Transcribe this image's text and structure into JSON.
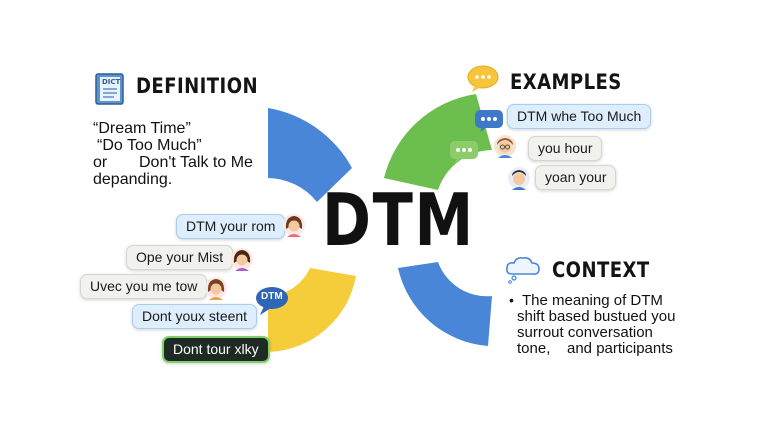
{
  "center": {
    "title": "DTM"
  },
  "definition": {
    "heading": "DEFINITION",
    "icon_label": "DICT",
    "lines": [
      "“Dream Time”",
      "“Do Too Much”",
      "or",
      "Don't Talk to Me",
      "depanding."
    ]
  },
  "examples": {
    "heading": "EXAMPLES",
    "bubbles": [
      "DTM whe Too Much",
      "you hour",
      "yoan your"
    ]
  },
  "context": {
    "heading": "CONTEXT",
    "lines": [
      "The meaning of DTM",
      "shift based bustued you",
      "surrout conversation",
      "tone,",
      "and participants"
    ]
  },
  "left_chat": {
    "bubbles": [
      "DTM your rom",
      "Ope your Mist",
      "Uvec you me tow",
      "Dont youx steent",
      "Dont tour xlky"
    ],
    "badge": "DTM"
  },
  "colors": {
    "blue": "#4a86d8",
    "green": "#6cbf4f",
    "yellow": "#f5cd3a",
    "chat_blue": "#3f78c8",
    "chat_green": "#8ccc6a"
  }
}
